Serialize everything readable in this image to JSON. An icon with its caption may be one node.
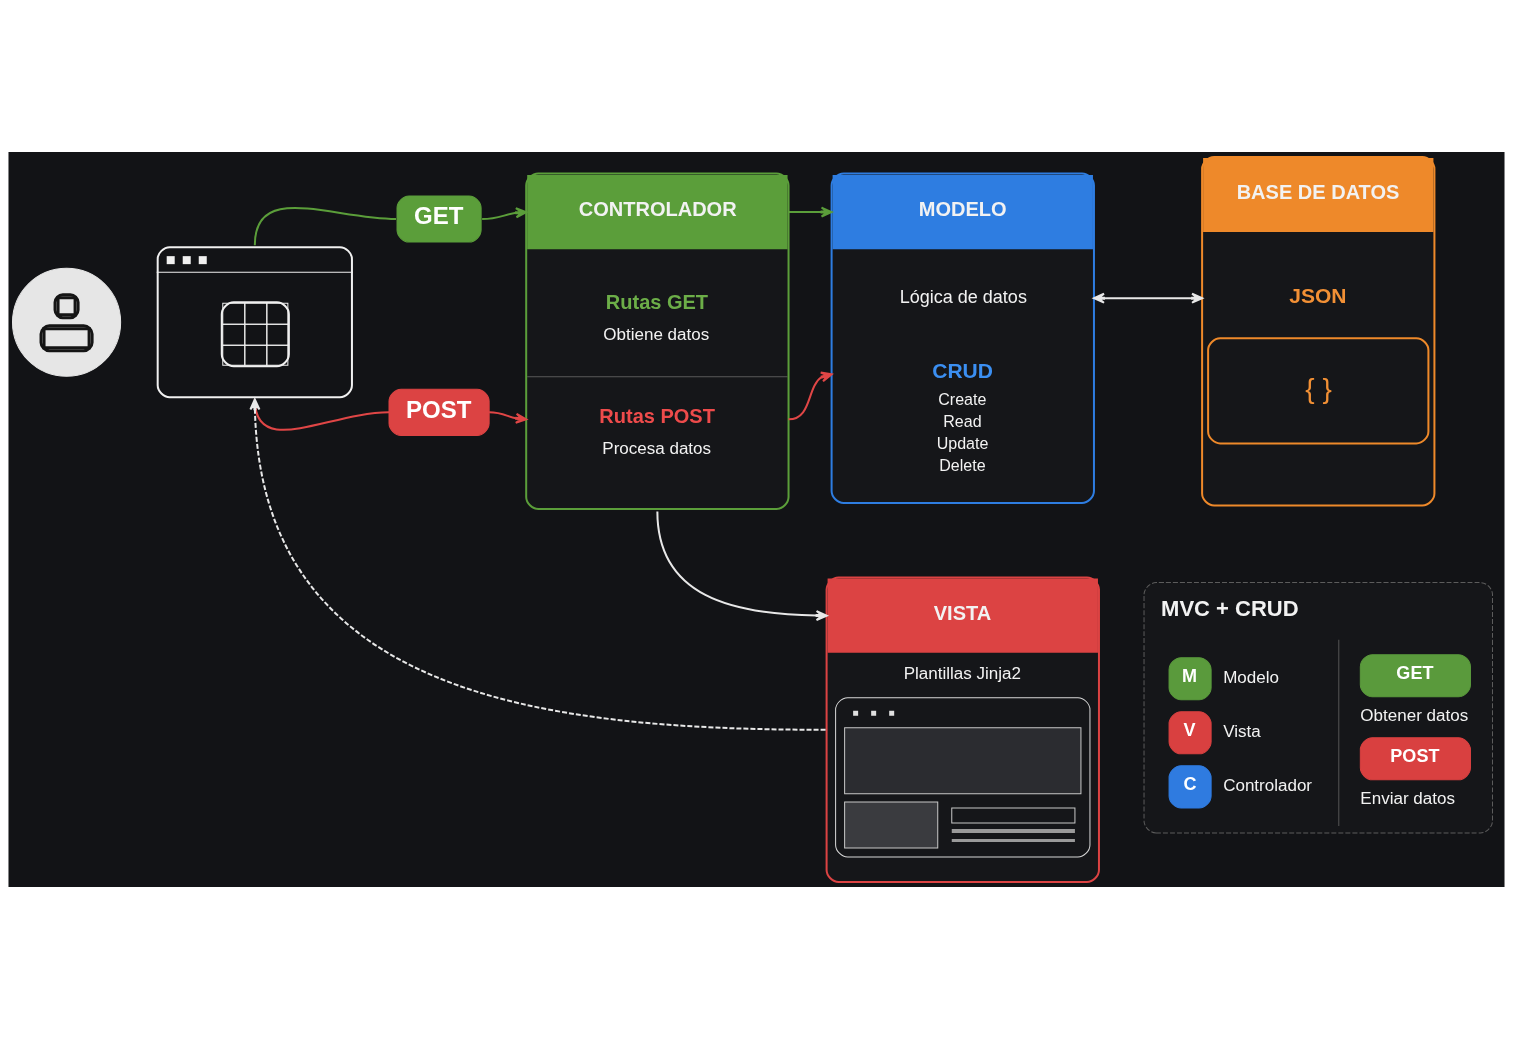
{
  "diagram": {
    "nodes": [
      {
        "text": [],
        "shape": "person"
      },
      {
        "text": [],
        "shape": "picture"
      },
      {
        "text": [
          "GET"
        ]
      },
      {
        "text": [
          "POST"
        ]
      },
      {
        "text": [
          "CONTROLADOR",
          "Rutas GET",
          "Obtiene datos",
          "Rutas POST",
          "Procesa datos"
        ]
      },
      {
        "text": [
          "MODELO",
          "Lógica de datos",
          "CRUD",
          "Create",
          "Read",
          "Update",
          "Delete"
        ]
      },
      {
        "text": [
          "BASE DE DATOS",
          "JSON",
          "{ }"
        ]
      },
      {
        "text": [
          "VISTA",
          "Plantillas Jinja2"
        ]
      }
    ],
    "edges": [
      {
        "from": 1,
        "to": 2,
        "arrow": "none",
        "color": "#5b9e3a"
      },
      {
        "from": 2,
        "to": 4,
        "arrow": "to",
        "color": "#5b9e3a"
      },
      {
        "from": 1,
        "to": 3,
        "arrow": "none",
        "color": "#e04646"
      },
      {
        "from": 3,
        "to": 4,
        "arrow": "to",
        "color": "#e04646"
      },
      {
        "from": 4,
        "to": 5,
        "arrow": "to",
        "color": "#5b9e3a"
      },
      {
        "from": 4,
        "to": 5,
        "arrow": "to",
        "color": "#e04646"
      },
      {
        "from": 5,
        "to": 6,
        "arrow": "both",
        "color": "#e8e8e8"
      },
      {
        "from": 4,
        "to": 7,
        "arrow": "to",
        "color": "#e8e8e8"
      },
      {
        "from": 7,
        "to": 1,
        "arrow": "to",
        "style": "dashed",
        "color": "#e8e8e8"
      }
    ],
    "labels": [
      "MVC + CRUD",
      "M",
      "V",
      "C",
      "GET",
      "POST"
    ],
    "legend": [
      {
        "text": "Modelo",
        "color": "#5a9a3c"
      },
      {
        "text": "Vista",
        "color": "#d94040"
      },
      {
        "text": "Controlador",
        "color": "#2f7be0"
      },
      {
        "text": "Obtener datos",
        "color": "#5a9a3c"
      },
      {
        "text": "Enviar datos",
        "color": "#d94040"
      }
    ]
  }
}
